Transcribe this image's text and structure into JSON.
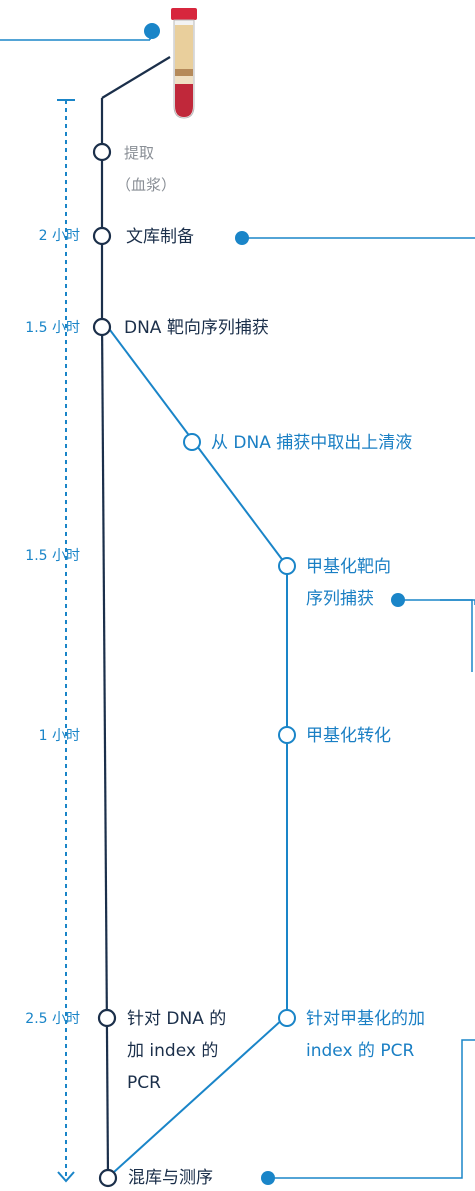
{
  "timing": [
    {
      "text": "2 小时"
    },
    {
      "text": "1.5 小时"
    },
    {
      "text": "1.5 小时"
    },
    {
      "text": "1 小时"
    },
    {
      "text": "2.5 小时"
    }
  ],
  "steps": {
    "extraction_line1": "提取",
    "extraction_line2": "（血浆）",
    "library_prep": "文库制备",
    "dna_capture": "DNA 靶向序列捕获",
    "supernatant": "从 DNA 捕获中取出上清液",
    "methyl_capture_line1": "甲基化靶向",
    "methyl_capture_line2": "序列捕获",
    "methyl_conversion": "甲基化转化",
    "dna_pcr_line1": "针对 DNA 的",
    "dna_pcr_line2": "加 index 的",
    "dna_pcr_line3": "PCR",
    "methyl_pcr_line1": "针对甲基化的加",
    "methyl_pcr_line2": "index 的 PCR",
    "pool_seq": "混库与测序"
  },
  "colors": {
    "dark_line": "#1b2f4a",
    "blue": "#1a85c8",
    "blood_red": "#c0283a",
    "cap_red": "#d7263d",
    "plasma": "#e9cf9c",
    "buffy": "#b58a5a"
  },
  "icons": {
    "tube": "blood-sample-tube-icon"
  }
}
